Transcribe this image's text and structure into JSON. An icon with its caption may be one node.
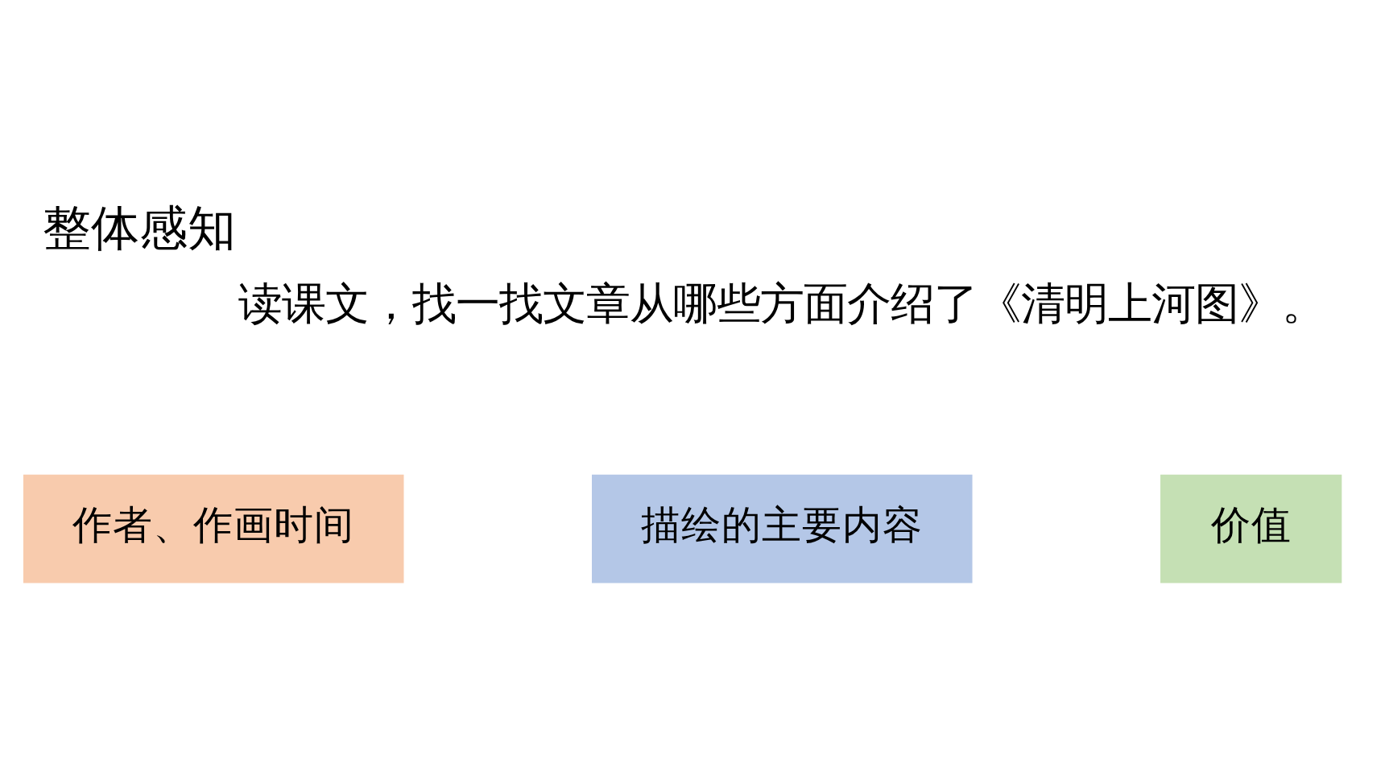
{
  "diagram": {
    "title": "整体感知",
    "nodes": [
      {
        "text": [
          "作者、作画时间"
        ]
      },
      {
        "text": [
          "描绘的主要内容"
        ]
      },
      {
        "text": [
          "价值"
        ]
      }
    ],
    "edges": [],
    "labels": [
      "读课文，找一找文章从哪些方面介绍了《清明上河图》。"
    ]
  }
}
